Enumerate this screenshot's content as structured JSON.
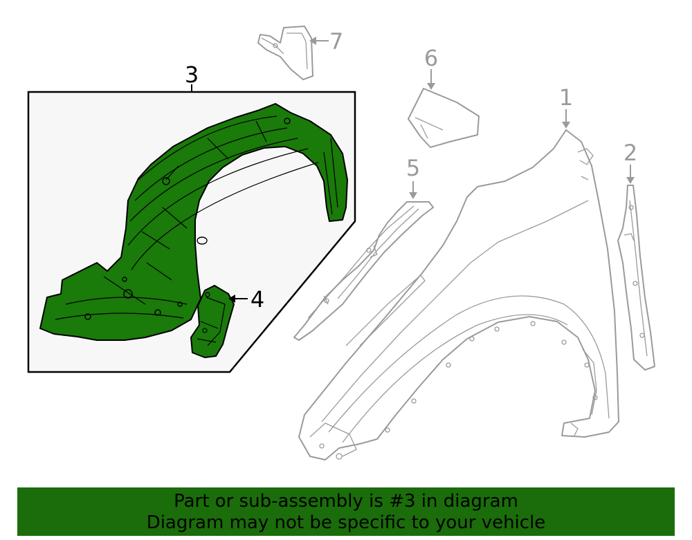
{
  "colors": {
    "highlight_fill": "#1a7a0a",
    "inactive_stroke": "#9a9a9a",
    "banner_bg": "#1a6d0a",
    "panel_bg": "#f7f7f7"
  },
  "callouts": {
    "c1": "1",
    "c2": "2",
    "c3": "3",
    "c4": "4",
    "c5": "5",
    "c6": "6",
    "c7": "7"
  },
  "banner": {
    "line1": "Part or sub-assembly is #3 in diagram",
    "line2": "Diagram may not be specific to your vehicle"
  }
}
